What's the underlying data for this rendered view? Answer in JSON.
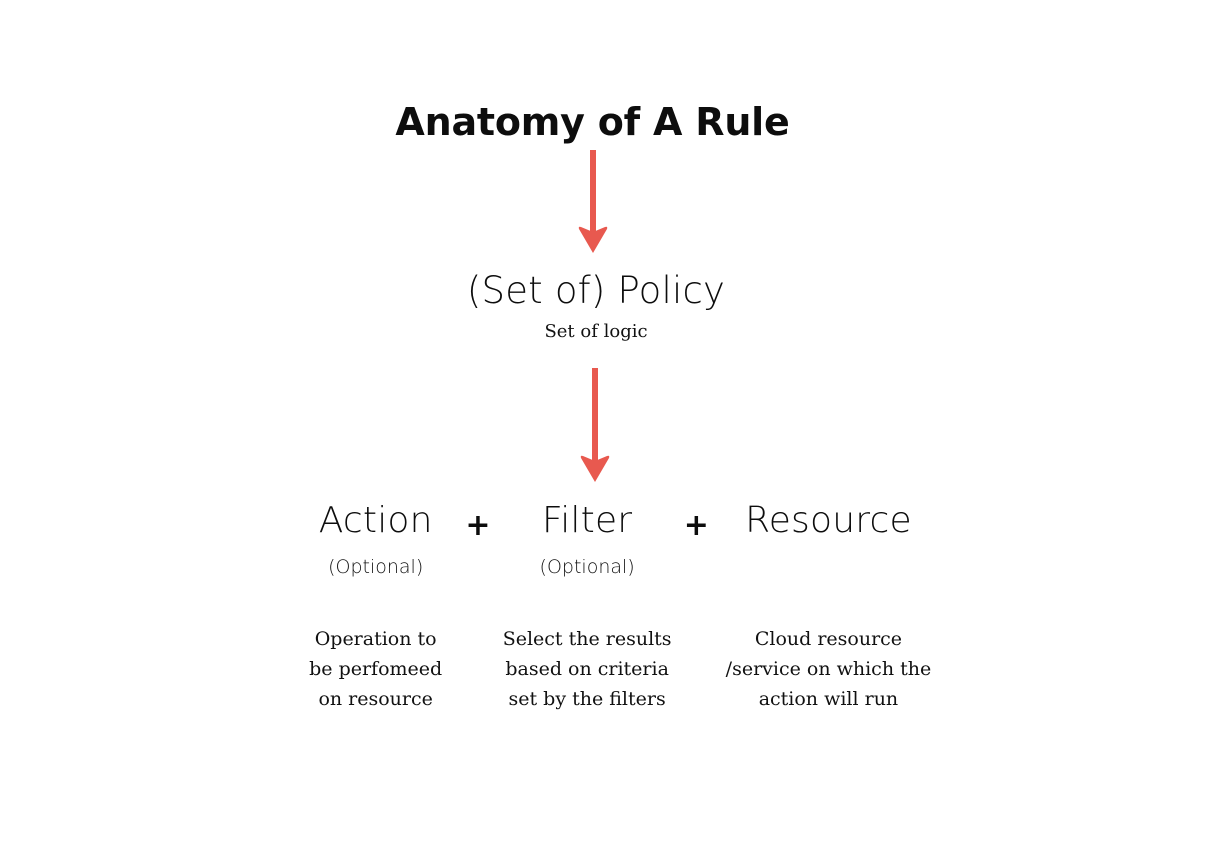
{
  "diagram": {
    "title": "Anatomy of A Rule",
    "background_color": "#ffffff",
    "text_color": "#111111",
    "arrow_color": "#e8594f",
    "arrows": [
      {
        "name": "arrow-title-to-policy",
        "direction": "down"
      },
      {
        "name": "arrow-policy-to-components",
        "direction": "down"
      }
    ],
    "policy": {
      "label": "(Set of) Policy",
      "subtitle": "Set of logic"
    },
    "operators": {
      "plus_1": "+",
      "plus_2": "+"
    },
    "components": [
      {
        "term": "Action",
        "optional_label": "(Optional)",
        "description_lines": [
          "Operation to",
          "be perfomeed",
          "on resource"
        ]
      },
      {
        "term": "Filter",
        "optional_label": "(Optional)",
        "description_lines": [
          "Select the results",
          "based on criteria",
          "set by the filters"
        ]
      },
      {
        "term": "Resource",
        "optional_label": "",
        "description_lines": [
          "Cloud resource",
          "/service on which the",
          "action will run"
        ]
      }
    ]
  }
}
